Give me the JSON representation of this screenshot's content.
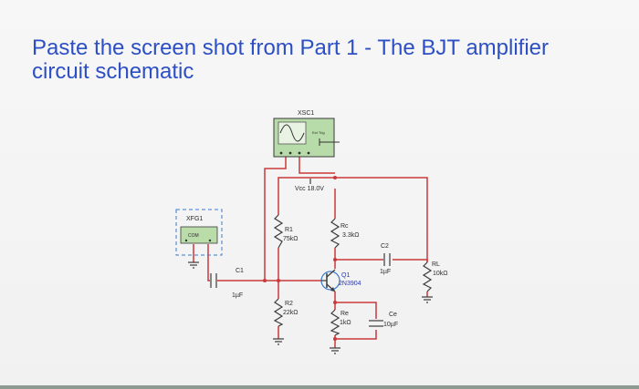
{
  "slide": {
    "title_line1": "Paste the screen shot from Part 1 - The BJT amplifier",
    "title_line2": "circuit schematic"
  },
  "schematic": {
    "oscilloscope": {
      "label": "XSC1",
      "screen_text": "Ext Trig"
    },
    "function_generator": {
      "label": "XFG1",
      "display": "COM"
    },
    "supply": {
      "label": "Vcc 18.0V"
    },
    "capacitors": {
      "c1": {
        "label": "C1",
        "value": "1µF"
      },
      "c2": {
        "label": "C2",
        "value": "1µF"
      },
      "ce": {
        "label": "Ce",
        "value": "10µF"
      }
    },
    "resistors": {
      "r1": {
        "label": "R1",
        "value": "75kΩ"
      },
      "r2": {
        "label": "R2",
        "value": "22kΩ"
      },
      "rc": {
        "label": "Rc",
        "value": "3.3kΩ"
      },
      "re": {
        "label": "Re",
        "value": "1kΩ"
      },
      "rl": {
        "label": "RL",
        "value": "10kΩ"
      }
    },
    "transistor": {
      "label": "Q1",
      "part": "2N3904"
    }
  }
}
